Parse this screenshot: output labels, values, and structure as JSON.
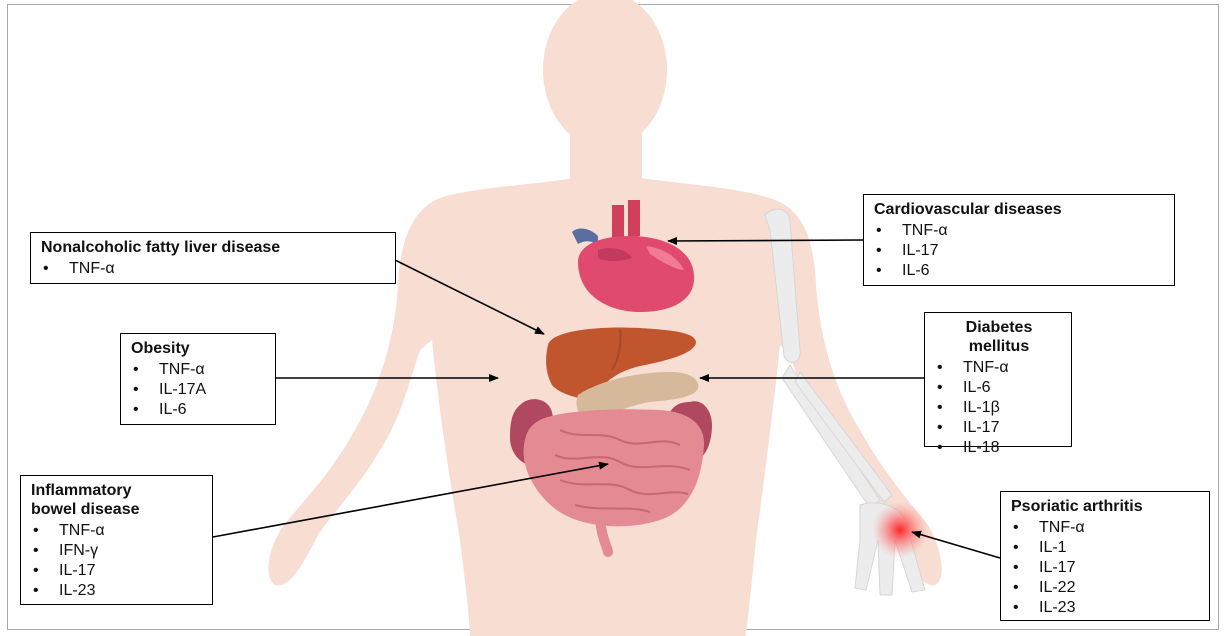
{
  "colors": {
    "body": "#f7ddd2",
    "heart": "#e04a6e",
    "liver": "#c0552e",
    "kidney": "#b04860",
    "intestine": "#e48a92",
    "pancreas": "#d6b89a",
    "bone": "#e8e8e8",
    "inflammation": "#ff2a2a"
  },
  "boxes": {
    "nafld": {
      "title": "Nonalcoholic fatty liver disease",
      "items": [
        "TNF-α"
      ]
    },
    "obesity": {
      "title": "Obesity",
      "items": [
        "TNF-α",
        "IL-17A",
        "IL-6"
      ]
    },
    "ibd": {
      "title": "Inflammatory\nbowel disease",
      "items": [
        "TNF-α",
        "IFN-γ",
        "IL-17",
        "IL-23"
      ]
    },
    "cardio": {
      "title": "Cardiovascular diseases",
      "items": [
        "TNF-α",
        "IL-17",
        "IL-6"
      ]
    },
    "diabetes": {
      "title": "Diabetes\nmellitus",
      "items": [
        "TNF-α",
        "IL-6",
        "IL-1β",
        "IL-17",
        "IL-18"
      ]
    },
    "psoriatic": {
      "title": "Psoriatic arthritis",
      "items": [
        "TNF-α",
        "IL-1",
        "IL-17",
        "IL-22",
        "IL-23"
      ]
    }
  }
}
